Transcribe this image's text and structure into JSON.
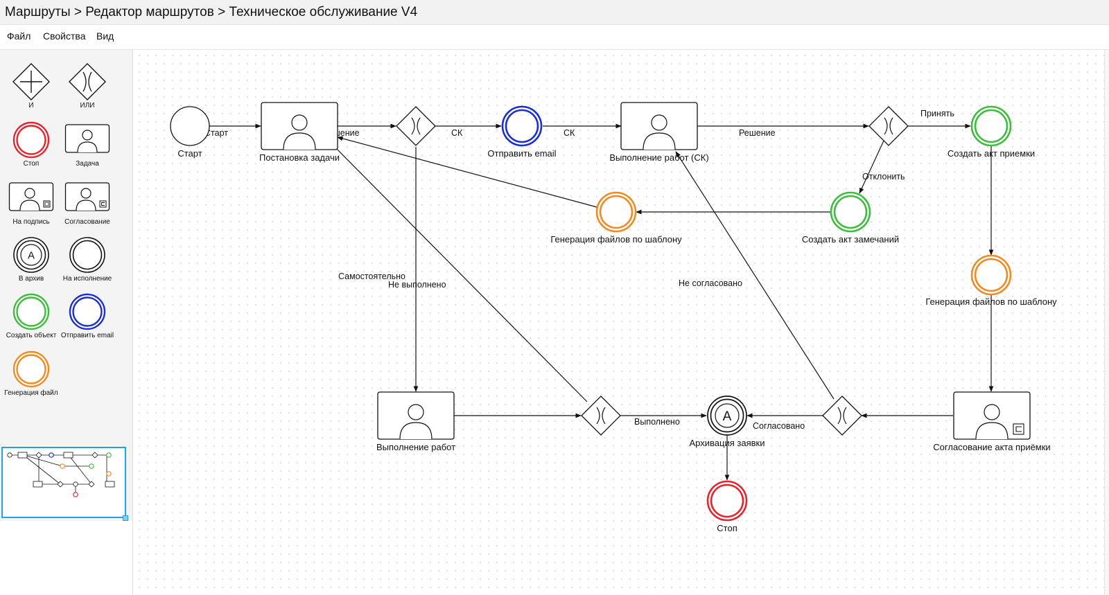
{
  "title": "Маршруты > Редактор маршрутов > Техническое обслуживание V4",
  "menu": [
    "Файл",
    "Свойства",
    "Вид"
  ],
  "palette": [
    {
      "icon": "parallel-gateway-icon",
      "label": "И"
    },
    {
      "icon": "exclusive-gateway-icon",
      "label": "ИЛИ"
    },
    {
      "icon": "stop-event-icon",
      "label": "Стоп",
      "color": "#e3262d"
    },
    {
      "icon": "task-icon",
      "label": "Задача"
    },
    {
      "icon": "sign-task-icon",
      "label": "На подпись"
    },
    {
      "icon": "approval-task-icon",
      "label": "Согласование"
    },
    {
      "icon": "archive-event-icon",
      "label": "В архив"
    },
    {
      "icon": "execution-event-icon",
      "label": "На исполнение"
    },
    {
      "icon": "create-object-event-icon",
      "label": "Создать объект",
      "color": "#3cbe3c"
    },
    {
      "icon": "send-email-event-icon",
      "label": "Отправить email",
      "color": "#1c2ecc"
    },
    {
      "icon": "generate-file-event-icon",
      "label": "Генерация файл",
      "color": "#f08a23"
    }
  ],
  "colors": {
    "stop": "#e3262d",
    "create": "#3cbe3c",
    "email": "#1c2ecc",
    "generate": "#f08a23",
    "minimap_border": "#21a0e6"
  },
  "diagram": {
    "nodes": {
      "start": {
        "label": "Старт"
      },
      "task_setup": {
        "label": "Постановка задачи"
      },
      "gw1": {
        "label": ""
      },
      "email": {
        "label": "Отправить email"
      },
      "task_sk": {
        "label": "Выполнение работ (СК)"
      },
      "gw2": {
        "label": ""
      },
      "create_accept": {
        "label": "Создать акт приемки"
      },
      "gen_files_1": {
        "label": "Генерация файлов по шаблону"
      },
      "create_remarks": {
        "label": "Создать акт замечаний"
      },
      "gen_files_2": {
        "label": "Генерация файлов по шаблону"
      },
      "task_work": {
        "label": "Выполнение работ"
      },
      "gw3": {
        "label": ""
      },
      "archive": {
        "label": "Архивация заявки"
      },
      "gw4": {
        "label": ""
      },
      "approve_act": {
        "label": "Согласование акта приёмки"
      },
      "stop": {
        "label": "Стоп"
      }
    },
    "edges": {
      "start_setup": "Старт",
      "setup_gw1": "Решение",
      "gw1_email": "СК",
      "email_sk": "СК",
      "sk_gw2": "Решение",
      "gw2_accept": "Принять",
      "gw2_remarks": "Отклонить",
      "gw1_work_a": "Самостоятельно",
      "gw1_work_b": "Не выполнено",
      "gw4_sk": "Не согласовано",
      "gw3_archive": "Выполнено",
      "gw4_archive": "Согласовано"
    }
  }
}
